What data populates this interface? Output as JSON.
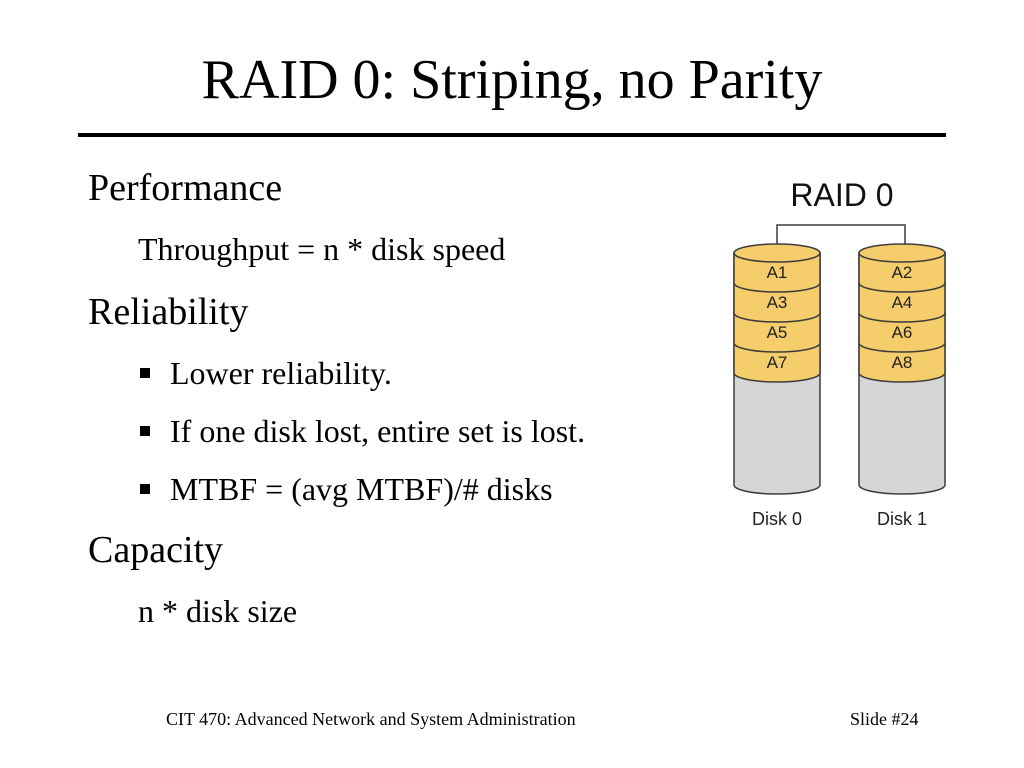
{
  "slide": {
    "title": "RAID 0: Striping, no Parity",
    "sections": [
      {
        "heading": "Performance",
        "items": [
          "Throughput = n * disk speed"
        ]
      },
      {
        "heading": "Reliability",
        "bullets": [
          "Lower reliability.",
          "If one disk lost, entire set is lost.",
          "MTBF = (avg MTBF)/# disks"
        ]
      },
      {
        "heading": "Capacity",
        "items": [
          "n * disk size"
        ]
      }
    ]
  },
  "diagram": {
    "title": "RAID 0",
    "disks": [
      {
        "label": "Disk 0",
        "blocks": [
          "A1",
          "A3",
          "A5",
          "A7"
        ]
      },
      {
        "label": "Disk 1",
        "blocks": [
          "A2",
          "A4",
          "A6",
          "A8"
        ]
      }
    ],
    "colors": {
      "block_fill": "#f5cd6a",
      "disk_fill": "#d6d6d6",
      "outline": "#3c3c3c"
    }
  },
  "footer": {
    "course": "CIT 470: Advanced Network and System Administration",
    "slide_number": "Slide #24"
  }
}
